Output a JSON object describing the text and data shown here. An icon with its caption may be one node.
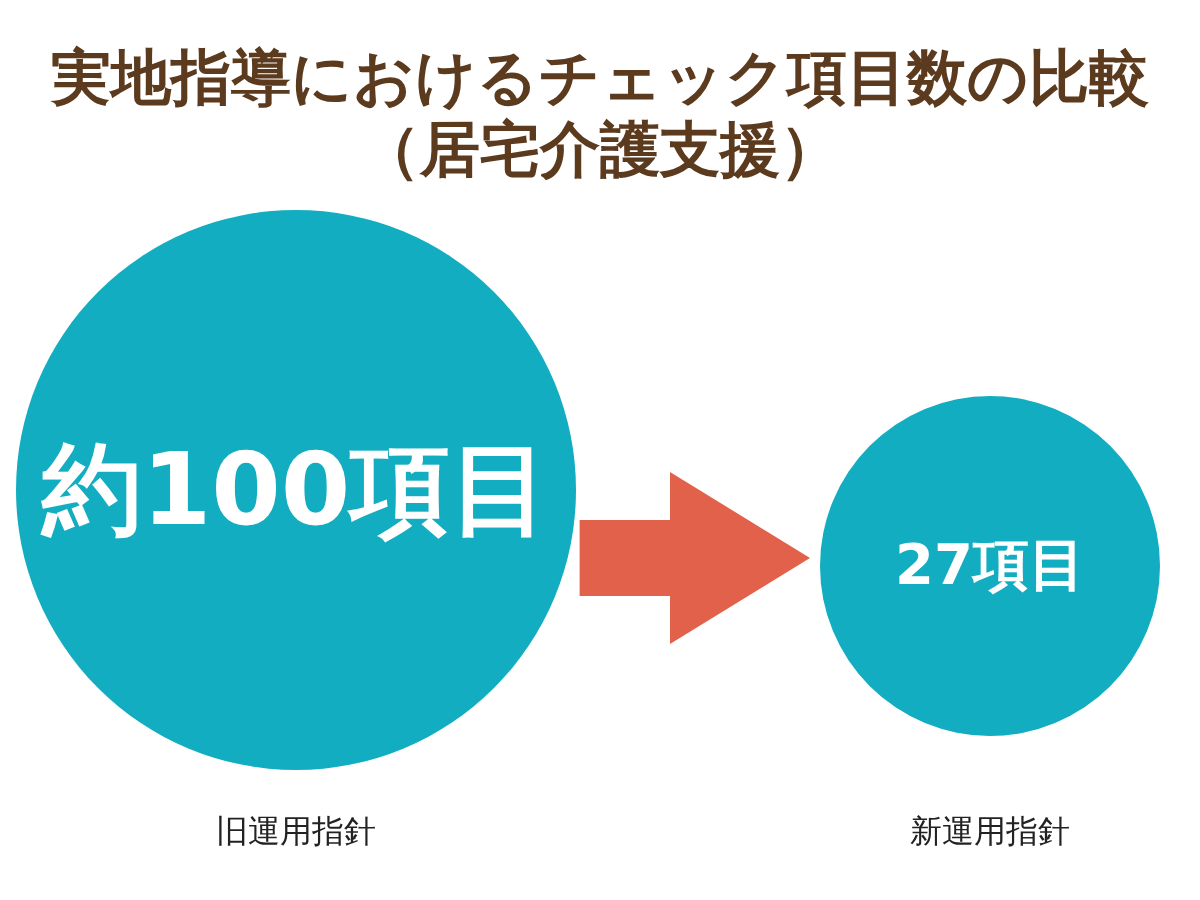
{
  "diagram": {
    "title": "実地指導におけるチェック項目数の比較（居宅介護支援）",
    "nodes": [
      {
        "text": [
          "約100項目"
        ],
        "beside": [
          "旧運用指針"
        ]
      },
      {
        "text": [
          "27項目"
        ],
        "beside": [
          "新運用指針"
        ]
      }
    ],
    "edges": [
      {
        "from": 0,
        "to": 1,
        "arrow": "to"
      }
    ]
  }
}
